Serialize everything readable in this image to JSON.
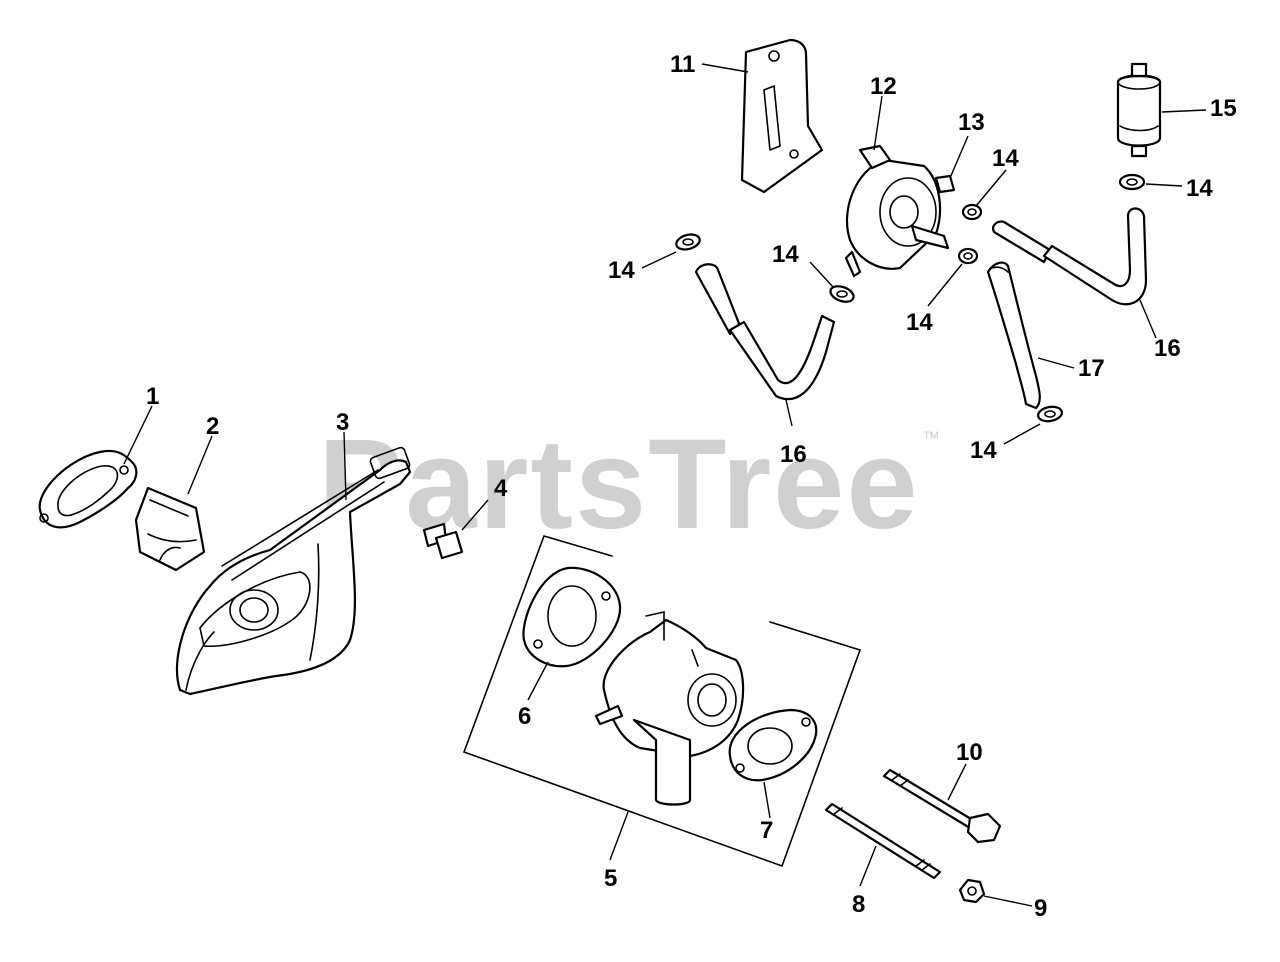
{
  "watermark": {
    "text": "PartsTree",
    "tm": "™"
  },
  "callouts": {
    "c1": "1",
    "c2": "2",
    "c3": "3",
    "c4": "4",
    "c5": "5",
    "c6": "6",
    "c7": "7",
    "c8": "8",
    "c9": "9",
    "c10": "10",
    "c11": "11",
    "c12": "12",
    "c13": "13",
    "c14a": "14",
    "c14b": "14",
    "c14c": "14",
    "c14d": "14",
    "c14e": "14",
    "c14f": "14",
    "c15": "15",
    "c16a": "16",
    "c16b": "16",
    "c17": "17"
  }
}
